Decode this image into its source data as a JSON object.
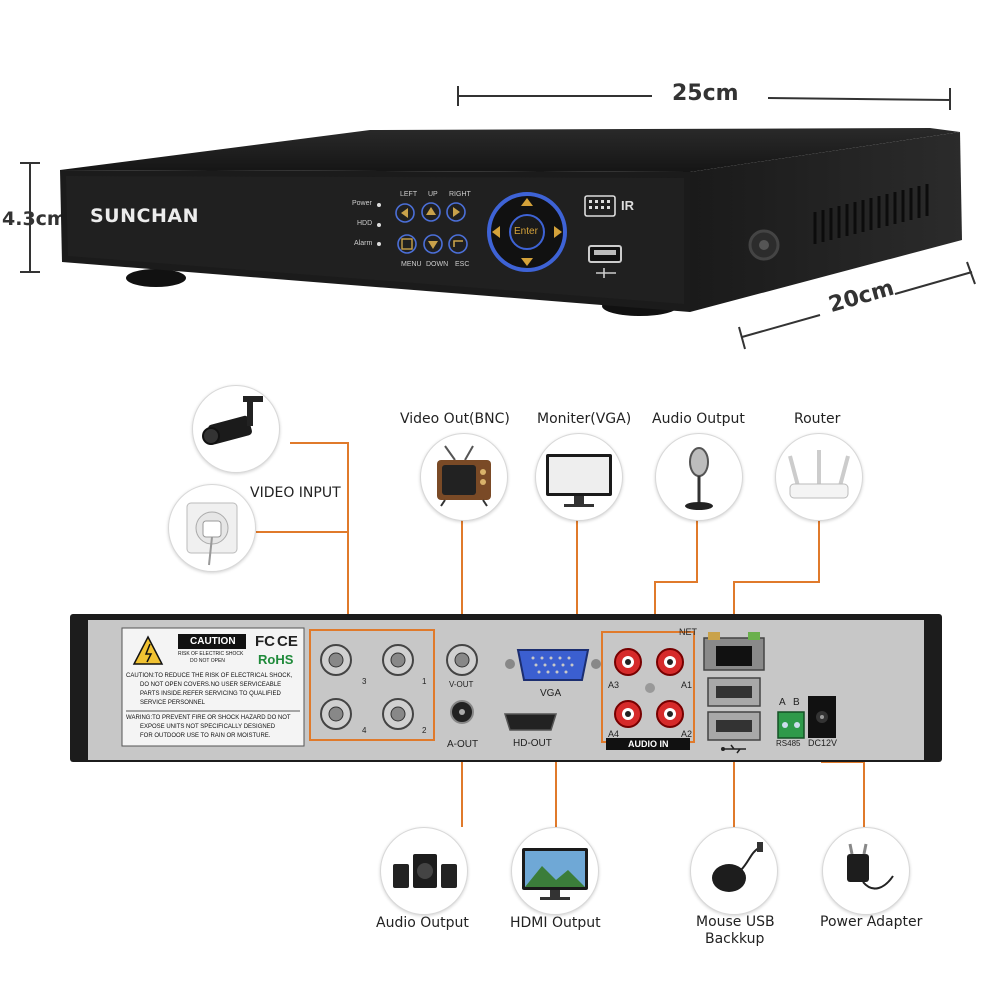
{
  "dimensions": {
    "width": "25cm",
    "depth": "20cm",
    "height": "4.3cm"
  },
  "front_panel": {
    "brand": "SUNCHAN",
    "indicators": [
      "Power",
      "HDD",
      "Alarm"
    ],
    "top_labels": [
      "LEFT",
      "UP",
      "RIGHT"
    ],
    "bottom_labels": [
      "MENU",
      "DOWN",
      "ESC"
    ],
    "enter_label": "Enter",
    "ir_label": "IR"
  },
  "back_panel": {
    "caution_title": "CAUTION",
    "caution_sub": [
      "RISK OF ELECTRIC SHOCK",
      "DO NOT OPEN"
    ],
    "cert_fc": "FC",
    "cert_ce": "CE",
    "cert_rohs": "RoHS",
    "caution_text": [
      "CAUTION:TO REDUCE THE RISK OF ELECTRICAL SHOCK,",
      "DO NOT OPEN COVERS.NO USER SERVICEABLE",
      "PARTS INSIDE.REFER SERVICING TO QUALIFIED",
      "SERVICE PERSONNEL"
    ],
    "warning_text": [
      "WARING:TO PREVENT FIRE OR SHOCK HAZARD DO NOT",
      "EXPOSE UNITS NOT SPECIFICALLY DESIGNED",
      "FOR OUTDOOR USE TO RAIN OR MOISTURE."
    ],
    "bnc_numbers": [
      "3",
      "1",
      "4",
      "2"
    ],
    "v_out": "V-OUT",
    "a_out": "A-OUT",
    "vga": "VGA",
    "hdmi": "HD-OUT",
    "audio_numbers": [
      "A3",
      "A1",
      "A4",
      "A2"
    ],
    "audio_in": "AUDIO IN",
    "net": "NET",
    "ab": [
      "A",
      "B"
    ],
    "rs485": "RS485",
    "dc": "DC12V"
  },
  "callouts": {
    "video_input": "VIDEO INPUT",
    "video_out": "Video Out(BNC)",
    "monitor": "Moniter(VGA)",
    "audio_output_top": "Audio Output",
    "router": "Router",
    "audio_output_bottom": "Audio Output",
    "hdmi_output": "HDMI Output",
    "mouse_usb": [
      "Mouse USB",
      "Backkup"
    ],
    "power_adapter": "Power Adapter"
  },
  "colors": {
    "accent": "#e07a2b",
    "device": "#1c1c1c",
    "panel": "#c9c9c9"
  }
}
